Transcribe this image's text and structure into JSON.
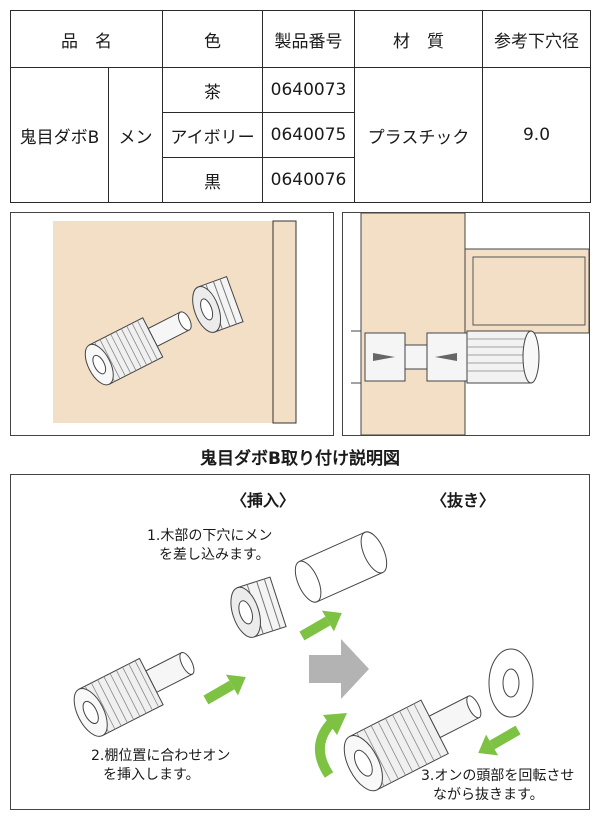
{
  "spec_table": {
    "headers": {
      "product_name": "品　名",
      "color": "色",
      "part_number": "製品番号",
      "material": "材　質",
      "hole_diameter": "参考下穴径"
    },
    "product": "鬼目ダボB",
    "type": "メン",
    "rows": [
      {
        "color": "茶",
        "part_number": "0640073"
      },
      {
        "color": "アイボリー",
        "part_number": "0640075"
      },
      {
        "color": "黒",
        "part_number": "0640076"
      }
    ],
    "material": "プラスチック",
    "hole_diameter": "9.0"
  },
  "diagram": {
    "title": "鬼目ダボB取り付け説明図",
    "insert_heading": "〈挿入〉",
    "remove_heading": "〈抜き〉",
    "step1_line1": "1.木部の下穴にメン",
    "step1_line2": "を差し込みます。",
    "step2_line1": "2.棚位置に合わせオン",
    "step2_line2": "を挿入します。",
    "step3_line1": "3.オンの頭部を回転させ",
    "step3_line2": "ながら抜きます。"
  },
  "colors": {
    "wood": "#f2dfc6",
    "arrow_green": "#7dc242",
    "arrow_gray": "#b3b3b3"
  }
}
